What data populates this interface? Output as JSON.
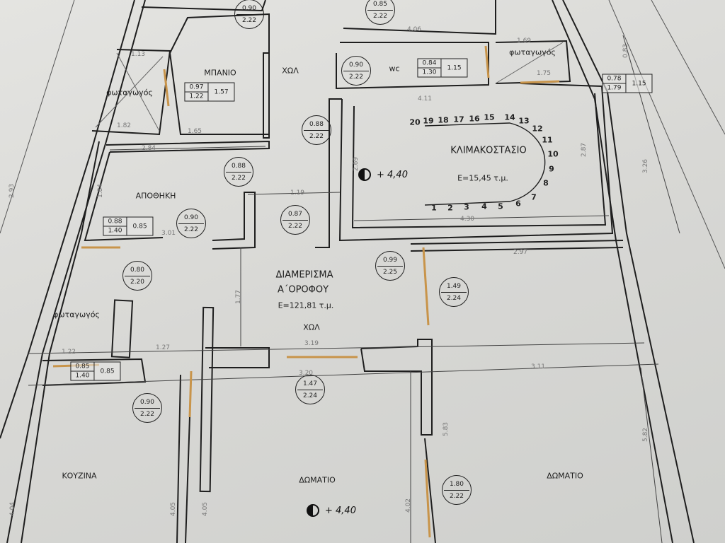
{
  "rooms": {
    "bath": "ΜΠΑΝΙΟ",
    "hall_top": "ΧΩΛ",
    "wc": "wc",
    "lightwell_top_right": "φωταγωγός",
    "lightwell_left": "φωταγωγός",
    "lightwell_left_lower": "φωταγωγός",
    "staircase": "ΚΛΙΜΑΚΟΣΤΑΣΙΟ",
    "staircase_area": "E=15,45 τ.μ.",
    "storage": "ΑΠΟΘΗΚΗ",
    "apartment_title": "ΔΙΑΜΕΡΙΣΜΑ",
    "apartment_floor": "Α΄ΟΡΟΦΟΥ",
    "apartment_area": "E=121,81 τ.μ.",
    "hall_main": "ΧΩΛ",
    "kitchen": "ΚΟΥΖΙΝΑ",
    "room_1": "ΔΩΜΑΤΙΟ",
    "room_2": "ΔΩΜΑΤΙΟ"
  },
  "levels": [
    "+ 4,40",
    "+ 4,40"
  ],
  "doors": [
    {
      "w": "0.90",
      "h": "2.22"
    },
    {
      "w": "0.85",
      "h": "2.22"
    },
    {
      "w": "0.90",
      "h": "2.22"
    },
    {
      "w": "0.88",
      "h": "2.22"
    },
    {
      "w": "0.88",
      "h": "2.22"
    },
    {
      "w": "0.90",
      "h": "2.22"
    },
    {
      "w": "0.87",
      "h": "2.22"
    },
    {
      "w": "0.80",
      "h": "2.20"
    },
    {
      "w": "0.99",
      "h": "2.25"
    },
    {
      "w": "1.49",
      "h": "2.24"
    },
    {
      "w": "1.47",
      "h": "2.24"
    },
    {
      "w": "0.90",
      "h": "2.22"
    },
    {
      "w": "1.80",
      "h": "2.22"
    }
  ],
  "windows": [
    {
      "w": "0.97",
      "h": "1.22",
      "sill": "1.57"
    },
    {
      "w": "0.84",
      "h": "1.30",
      "sill": "1.15"
    },
    {
      "w": "0.78",
      "h": "1.79",
      "sill": "1.15"
    },
    {
      "w": "0.88",
      "h": "1.40",
      "sill": "0.85"
    },
    {
      "w": "0.85",
      "h": "1.40",
      "sill": "0.85"
    }
  ],
  "steps": [
    "1",
    "2",
    "3",
    "4",
    "5",
    "6",
    "7",
    "8",
    "9",
    "10",
    "11",
    "12",
    "13",
    "14",
    "15",
    "16",
    "17",
    "18",
    "19",
    "20"
  ],
  "dimensions": [
    "2.84",
    "1.65",
    "1.19",
    "4.30",
    "2.97",
    "3.19",
    "1.27",
    "1.22",
    "3.11",
    "3.20",
    "1.77",
    "4.02",
    "4.05",
    "4.05",
    "4.04",
    "5.82",
    "5.83",
    "3.26",
    "2.87",
    "0.83",
    "4.11",
    "1.75",
    "1.69",
    "2.93",
    "1.84",
    "3.01",
    "4.06",
    "1.82",
    "1.13",
    "2.69"
  ]
}
